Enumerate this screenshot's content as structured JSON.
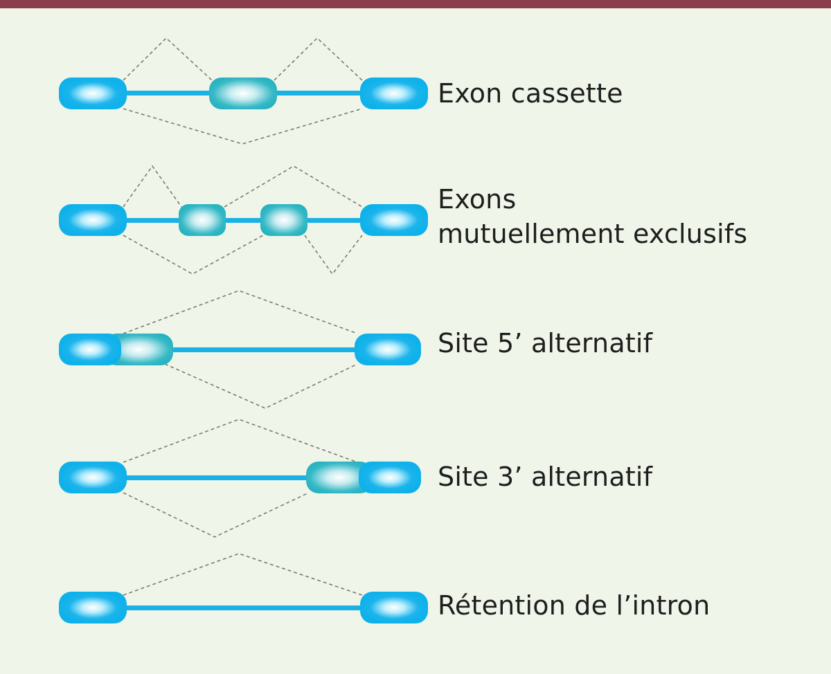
{
  "colors": {
    "top_border": "#8a3f4c",
    "background": "#f0f5e9",
    "constitutive_exon": "#0fb1ea",
    "alternative_exon": "#27b8c4",
    "connector": "#1ab2e6",
    "splice_dash": "#7a7a7a",
    "text": "#1e1e1e"
  },
  "rows": [
    {
      "id": "cassette",
      "lines": [
        "Exon cassette"
      ]
    },
    {
      "id": "mutex",
      "lines": [
        "Exons",
        "mutuellement exclusifs"
      ]
    },
    {
      "id": "site5",
      "lines": [
        "Site 5’ alternatif"
      ]
    },
    {
      "id": "site3",
      "lines": [
        "Site 3’ alternatif"
      ]
    },
    {
      "id": "intron",
      "lines": [
        "Rétention de l’intron"
      ]
    }
  ]
}
